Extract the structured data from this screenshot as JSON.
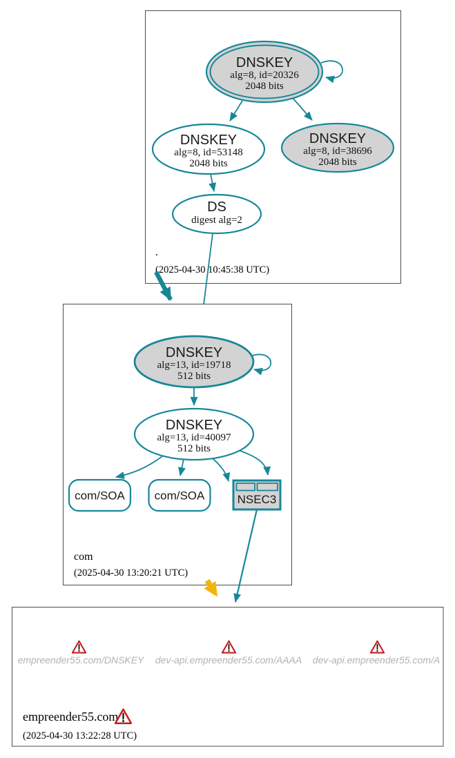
{
  "colors": {
    "edge_teal": "#178798",
    "node_fill_gray": "#d3d3d3",
    "insecure_yellow": "#f2b60a",
    "warning_red": "#c41f1f",
    "muted_label_gray": "#b3b3b3",
    "zone_box_border": "#4c4c4c"
  },
  "root_zone": {
    "label": ".",
    "timestamp": "(2025-04-30 10:45:38 UTC)",
    "ksk": {
      "title": "DNSKEY",
      "detail1": "alg=8, id=20326",
      "detail2": "2048 bits"
    },
    "zsk": {
      "title": "DNSKEY",
      "detail1": "alg=8, id=53148",
      "detail2": "2048 bits"
    },
    "key38696": {
      "title": "DNSKEY",
      "detail1": "alg=8, id=38696",
      "detail2": "2048 bits"
    },
    "ds": {
      "title": "DS",
      "detail1": "digest alg=2"
    }
  },
  "com_zone": {
    "label": "com",
    "timestamp": "(2025-04-30 13:20:21 UTC)",
    "ksk": {
      "title": "DNSKEY",
      "detail1": "alg=13, id=19718",
      "detail2": "512 bits"
    },
    "zsk": {
      "title": "DNSKEY",
      "detail1": "alg=13, id=40097",
      "detail2": "512 bits"
    },
    "soa_left": {
      "label": "com/SOA"
    },
    "soa_right": {
      "label": "com/SOA"
    },
    "nsec3": {
      "label": "NSEC3"
    }
  },
  "empreender_zone": {
    "label": "empreender55.com",
    "timestamp": "(2025-04-30 13:22:28 UTC)",
    "warnings": [
      {
        "label": "empreender55.com/DNSKEY"
      },
      {
        "label": "dev-api.empreender55.com/AAAA"
      },
      {
        "label": "dev-api.empreender55.com/A"
      }
    ]
  }
}
